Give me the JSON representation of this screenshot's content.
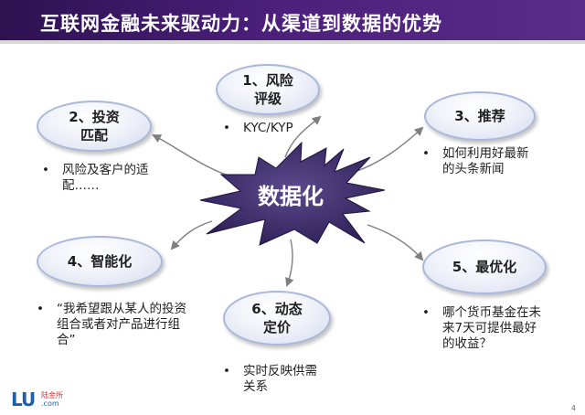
{
  "title": "互联网金融未来驱动力：从渠道到数据的优势",
  "center": {
    "label": "数据化"
  },
  "nodes": [
    {
      "id": "risk-rating",
      "lines": [
        "1、风险",
        "评级"
      ],
      "bullet": "KYC/KYP"
    },
    {
      "id": "investment-matching",
      "lines": [
        "2、投资",
        "匹配"
      ],
      "bullet": "风险及客户的适配……"
    },
    {
      "id": "recommendation",
      "lines": [
        "3、推荐"
      ],
      "bullet": "如何利用好最新的头条新闻"
    },
    {
      "id": "intelligent",
      "lines": [
        "4、智能化"
      ],
      "bullet": "“我希望跟从某人的投资组合或者对产品进行组合”"
    },
    {
      "id": "optimization",
      "lines": [
        "5、最优化"
      ],
      "bullet": "哪个货币基金在未来7天可提供最好的收益？"
    },
    {
      "id": "dynamic-pricing",
      "lines": [
        "6、动态",
        "定价"
      ],
      "bullet": "实时反映供需关系"
    }
  ],
  "bullet_symbol": "•",
  "logo": {
    "brand": "LU",
    "cn": "陆金所",
    "domain": ".com"
  },
  "page_number": "4",
  "colors": {
    "title_bar": "#4b1f7a",
    "center_fill": "#3c2b6b",
    "node_border": "#a9b7da",
    "arrow": "#7f7f7f"
  }
}
